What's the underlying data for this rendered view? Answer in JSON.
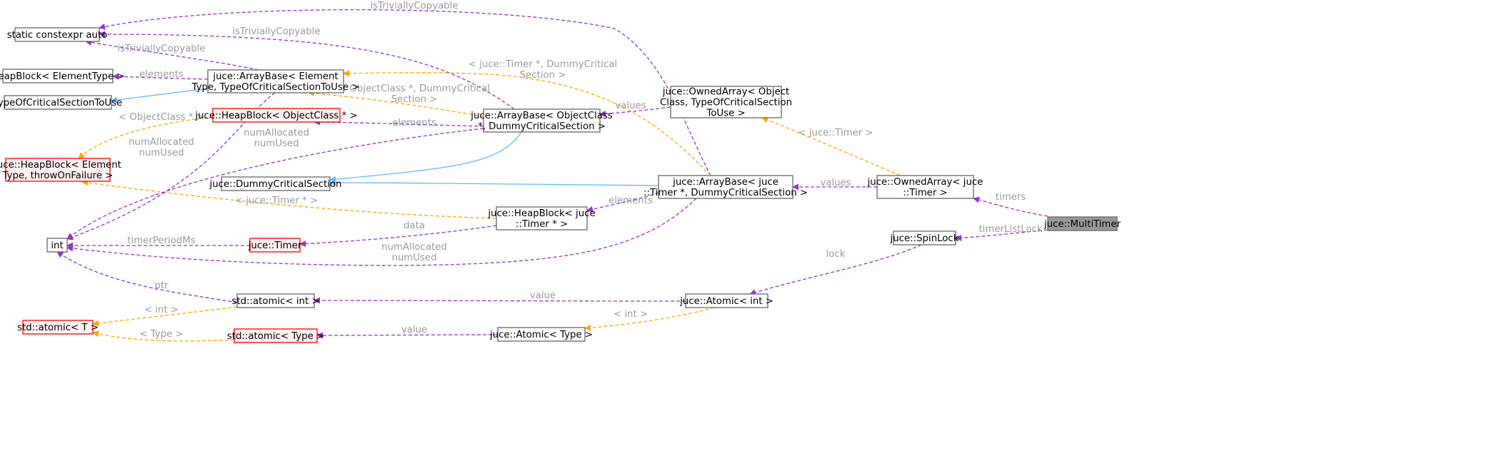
{
  "colors": {
    "border_normal": "#666666",
    "border_red": "#ff0000",
    "fill_normal": "#ffffff",
    "fill_red": "#fff0f0",
    "fill_focus": "#999999",
    "edge_member": "#9a32cd",
    "edge_template": "#ffa500",
    "edge_inherit": "#63b8ff",
    "label": "#9a9a9a"
  },
  "nodes": {
    "static_constexpr_auto": [
      "static constexpr auto"
    ],
    "heapblock_elementtype": [
      "HeapBlock< ElementType >"
    ],
    "typeofcriticalsectiontouse": [
      "TypeOfCriticalSectionToUse"
    ],
    "juce_heapblock_element_type": [
      "juce::HeapBlock< Element",
      "Type, throwOnFailure >"
    ],
    "int": [
      "int"
    ],
    "std_atomic_t": [
      "std::atomic< T >"
    ],
    "juce_arraybase_element_type": [
      "juce::ArrayBase< Element",
      "Type, TypeOfCriticalSectionToUse >"
    ],
    "juce_heapblock_objectclass": [
      "juce::HeapBlock< ObjectClass * >"
    ],
    "juce_dummycriticalsection": [
      "juce::DummyCriticalSection"
    ],
    "juce_timer": [
      "juce::Timer"
    ],
    "std_atomic_int": [
      "std::atomic< int >"
    ],
    "std_atomic_type": [
      "std::atomic< Type >"
    ],
    "juce_arraybase_objectclass": [
      "juce::ArrayBase< ObjectClass",
      "*, DummyCriticalSection >"
    ],
    "juce_heapblock_timer": [
      "juce::HeapBlock< juce",
      "::Timer * >"
    ],
    "juce_atomic_type": [
      "juce::Atomic< Type >"
    ],
    "juce_ownedarray_objectclass": [
      "juce::OwnedArray< Object",
      "Class, TypeOfCriticalSection",
      "ToUse >"
    ],
    "juce_arraybase_timer": [
      "juce::ArrayBase< juce",
      "::Timer *, DummyCriticalSection >"
    ],
    "juce_atomic_int": [
      "juce::Atomic< int >"
    ],
    "juce_ownedarray_timer": [
      "juce::OwnedArray< juce",
      "::Timer >"
    ],
    "juce_spinlock": [
      "juce::SpinLock"
    ],
    "juce_multitimer": [
      "juce::MultiTimer"
    ]
  },
  "edge_labels": {
    "is_trivially_copyable": [
      "isTriviallyCopyable"
    ],
    "elements": [
      "elements"
    ],
    "num_allocated_num_used": [
      "numAllocated",
      "numUsed"
    ],
    "object_class_ptr": [
      "< ObjectClass * >"
    ],
    "object_class_dummy": [
      "< ObjectClass *, DummyCritical",
      "Section >"
    ],
    "timer_ptr_dummy": [
      "< juce::Timer *, DummyCritical",
      "Section >"
    ],
    "values": [
      "values"
    ],
    "timer_ptr": [
      "< juce::Timer * >"
    ],
    "juce_timer_tmpl": [
      "< juce::Timer >"
    ],
    "timers": [
      "timers"
    ],
    "timer_list_lock": [
      "timerListLock"
    ],
    "data": [
      "data"
    ],
    "timer_period_ms": [
      "timerPeriodMs"
    ],
    "lock": [
      "lock"
    ],
    "ptr": [
      "ptr"
    ],
    "value": [
      "value"
    ],
    "int_tmpl": [
      "< int >"
    ],
    "type_tmpl": [
      "< Type >"
    ]
  }
}
